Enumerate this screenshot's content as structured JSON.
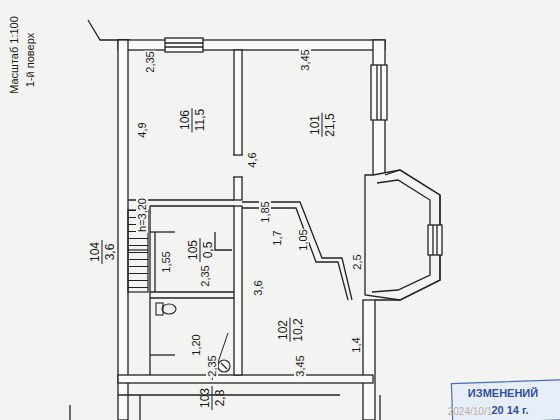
{
  "diagram": {
    "nodes": [
      {
        "text": [
          "101",
          "21,5"
        ]
      },
      {
        "text": [
          "102",
          "10,2"
        ]
      },
      {
        "text": [
          "103",
          "2,8"
        ]
      },
      {
        "text": [
          "104",
          "3,6"
        ]
      },
      {
        "text": [
          "105",
          "0,5"
        ]
      },
      {
        "text": [
          "106",
          "11,5"
        ]
      }
    ],
    "labels": [
      "Масштаб 1:100",
      "1-й поверх",
      "2,35",
      "3,45",
      "4,9",
      "h=3,20",
      "4,6",
      "1,85",
      "1,7",
      "1,05",
      "1,55",
      "2,35",
      "3,6",
      "2,5",
      "1,4",
      "1,20",
      "2,35",
      "3,45",
      "ИЗМЕНЕНИЙ",
      "20 14 г.",
      "2024/10/1"
    ]
  }
}
